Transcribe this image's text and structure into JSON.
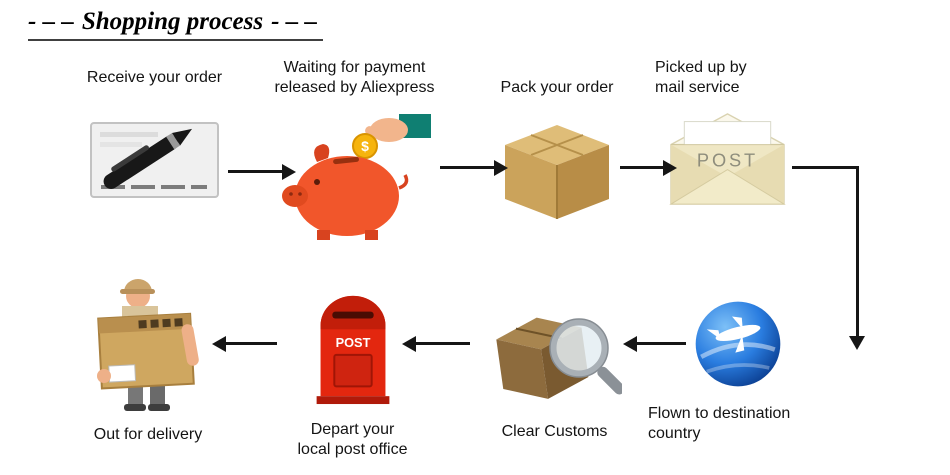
{
  "title": {
    "dashes_left": "- – –",
    "text": "Shopping process",
    "dashes_right": "- – –"
  },
  "steps": [
    {
      "label": "Receive your order"
    },
    {
      "label": "Waiting for payment\nreleased by Aliexpress"
    },
    {
      "label": "Pack your order"
    },
    {
      "label": "Picked up by\nmail service"
    },
    {
      "label": "Flown to destination\ncountry"
    },
    {
      "label": "Clear Customs"
    },
    {
      "label": "Depart your\nlocal post office"
    },
    {
      "label": "Out for delivery"
    }
  ],
  "icon_text": {
    "envelope_label": "POST",
    "mailbox_label": "POST",
    "coin_symbol": "$"
  },
  "colors": {
    "arrow": "#161616",
    "piggy_orange": "#f1562b",
    "mailbox_red": "#e3270f",
    "globe_blue": "#1d6fd4",
    "coin_gold": "#f6b40e",
    "box_tan": "#d9b77c"
  }
}
